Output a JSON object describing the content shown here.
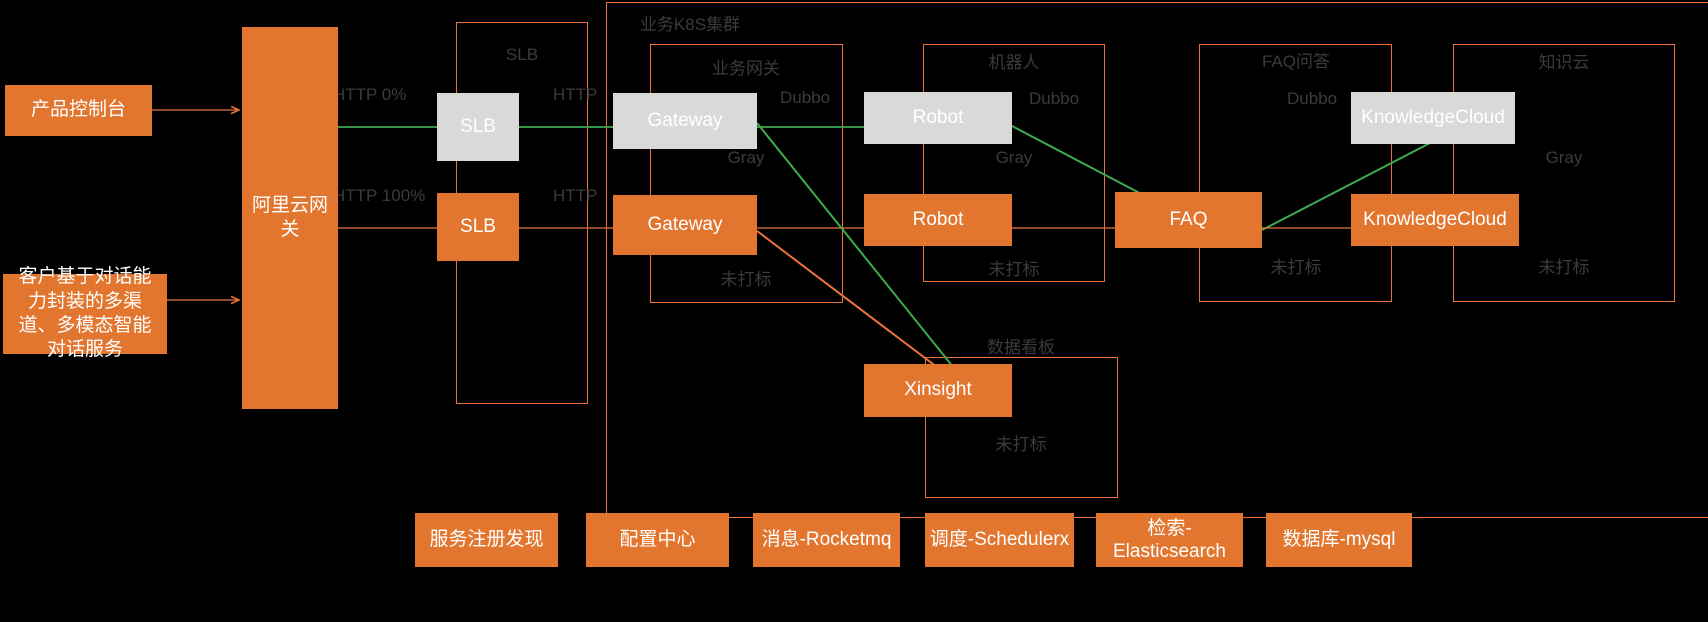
{
  "diagram": {
    "title": "",
    "colors": {
      "background": "#000000",
      "orange": "#e2762f",
      "group_border": "#e8743b",
      "gray_node": "#d9d9d9",
      "green_flow": "#3faa4f",
      "orange_flow": "#e8743b",
      "label_text": "#3b3b3b",
      "node_text": "#ffffff"
    }
  },
  "left_column": {
    "console_box": "产品控制台",
    "customer_box": "客户基于对话能力封装的多渠道、多模态智能对话服务",
    "gateway_column": "阿里云网关"
  },
  "edge_labels": {
    "http_0": "HTTP  0%",
    "http_100": "HTTP 100%",
    "http_slb_gray": "HTTP",
    "http_slb_normal": "HTTP",
    "dubbo_gateway_robot": "Dubbo",
    "dubbo_robot_faq": "Dubbo",
    "dubbo_faq_kc": "Dubbo"
  },
  "groups": [
    {
      "id": "slb",
      "title": "SLB",
      "gray_node": "SLB",
      "orange_node": "SLB",
      "gray_tag": "",
      "orange_tag": ""
    },
    {
      "id": "business-gateway",
      "title": "业务网关",
      "gray_node": "Gateway",
      "orange_node": "Gateway",
      "gray_tag": "Gray",
      "orange_tag": "未打标"
    },
    {
      "id": "robot",
      "title": "机器人",
      "gray_node": "Robot",
      "orange_node": "Robot",
      "gray_tag": "Gray",
      "orange_tag": "未打标"
    },
    {
      "id": "faq",
      "title": "FAQ问答",
      "gray_node": "",
      "orange_node": "FAQ",
      "gray_tag": "",
      "orange_tag": "未打标"
    },
    {
      "id": "knowledge-cloud",
      "title": "知识云",
      "gray_node": "KnowledgeCloud",
      "orange_node": "KnowledgeCloud",
      "gray_tag": "Gray",
      "orange_tag": "未打标"
    },
    {
      "id": "dashboard",
      "title": "数据看板",
      "gray_node": "",
      "orange_node": "Xinsight",
      "gray_tag": "",
      "orange_tag": "未打标"
    }
  ],
  "k8s_cluster": {
    "title": "业务K8S集群"
  },
  "bottom_services": [
    {
      "label": "服务注册发现"
    },
    {
      "label": "配置中心"
    },
    {
      "label": "消息-Rocketmq"
    },
    {
      "label": "调度-Schedulerx"
    },
    {
      "label": "检索-\nElasticsearch"
    },
    {
      "label": "数据库-mysql"
    }
  ]
}
